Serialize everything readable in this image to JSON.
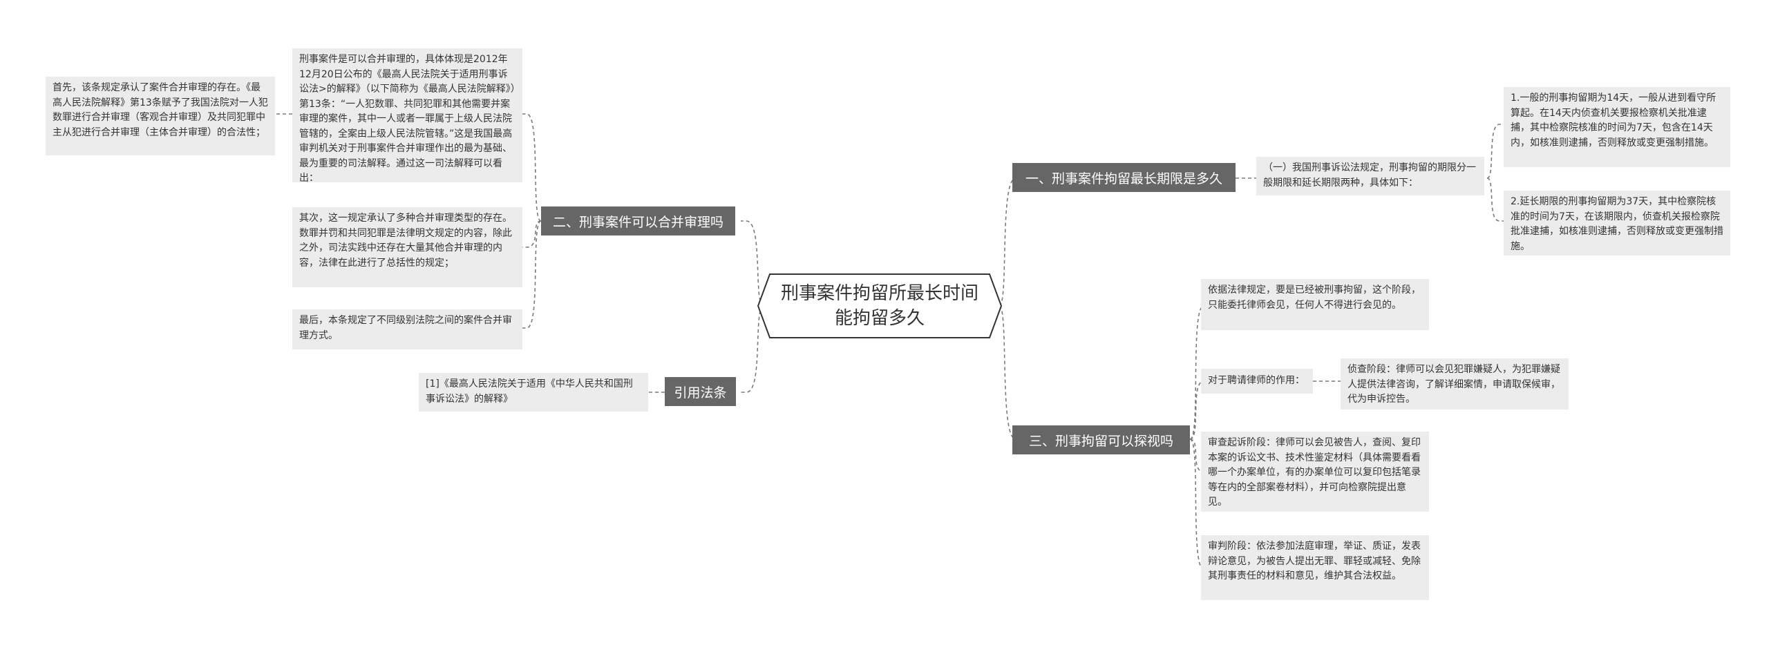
{
  "root": {
    "title": "刑事案件拘留所最长时间能拘留多久"
  },
  "branches": {
    "b1": "一、刑事案件拘留最长期限是多久",
    "b2": "二、刑事案件可以合并审理吗",
    "b3": "三、刑事拘留可以探视吗",
    "b4": "引用法条"
  },
  "b1_children": {
    "intro": "（一）我国刑事诉讼法规定，刑事拘留的期限分一般期限和延长期限两种，具体如下：",
    "p1": "1.一般的刑事拘留期为14天，一般从进到看守所算起。在14天内侦查机关要报检察机关批准逮捕，其中检察院核准的时间为7天，包含在14天内，如核准则逮捕，否则释放或变更强制措施。",
    "p2": "2.延长期限的刑事拘留期为37天，其中检察院核准的时间为7天，在该期限内，侦查机关报检察院批准逮捕，如核准则逮捕，否则释放或变更强制措施。"
  },
  "b2_children": {
    "c1": "刑事案件是可以合并审理的，具体体现是2012年12月20日公布的《最高人民法院关于适用刑事诉讼法>的解释》（以下简称为《最高人民法院解释》）第13条：“一人犯数罪、共同犯罪和其他需要并案审理的案件，其中一人或者一罪属于上级人民法院管辖的，全案由上级人民法院管辖。”这是我国最高审判机关对于刑事案件合并审理作出的最为基础、最为重要的司法解释。通过这一司法解释可以看出：",
    "c1_sub": "首先，该条规定承认了案件合并审理的存在。《最高人民法院解释》第13条赋予了我国法院对一人犯数罪进行合并审理（客观合并审理）及共同犯罪中主从犯进行合并审理（主体合并审理）的合法性；",
    "c2": "其次，这一规定承认了多种合并审理类型的存在。数罪并罚和共同犯罪是法律明文规定的内容，除此之外，司法实践中还存在大量其他合并审理的内容，法律在此进行了总括性的规定；",
    "c3": "最后，本条规定了不同级别法院之间的案件合并审理方式。"
  },
  "b3_children": {
    "c1": "依据法律规定，要是已经被刑事拘留，这个阶段，只能委托律师会见，任何人不得进行会见的。",
    "c2": "对于聘请律师的作用：",
    "c2_sub": "侦查阶段：律师可以会见犯罪嫌疑人，为犯罪嫌疑人提供法律咨询，了解详细案情，申请取保候审，代为申诉控告。",
    "c3": "审查起诉阶段：律师可以会见被告人，查阅、复印本案的诉讼文书、技术性鉴定材料（具体需要看看哪一个办案单位，有的办案单位可以复印包括笔录等在内的全部案卷材料），并可向检察院提出意见。",
    "c4": "审判阶段：依法参加法庭审理，举证、质证，发表辩论意见，为被告人提出无罪、罪轻或减轻、免除其刑事责任的材料和意见，维护其合法权益。"
  },
  "b4_children": {
    "c1": "[1]《最高人民法院关于适用《中华人民共和国刑事诉讼法》的解释》"
  },
  "colors": {
    "branch_bg": "#666666",
    "leaf_bg": "#ececec",
    "connector": "#7a7a7a",
    "root_border": "#333333"
  }
}
